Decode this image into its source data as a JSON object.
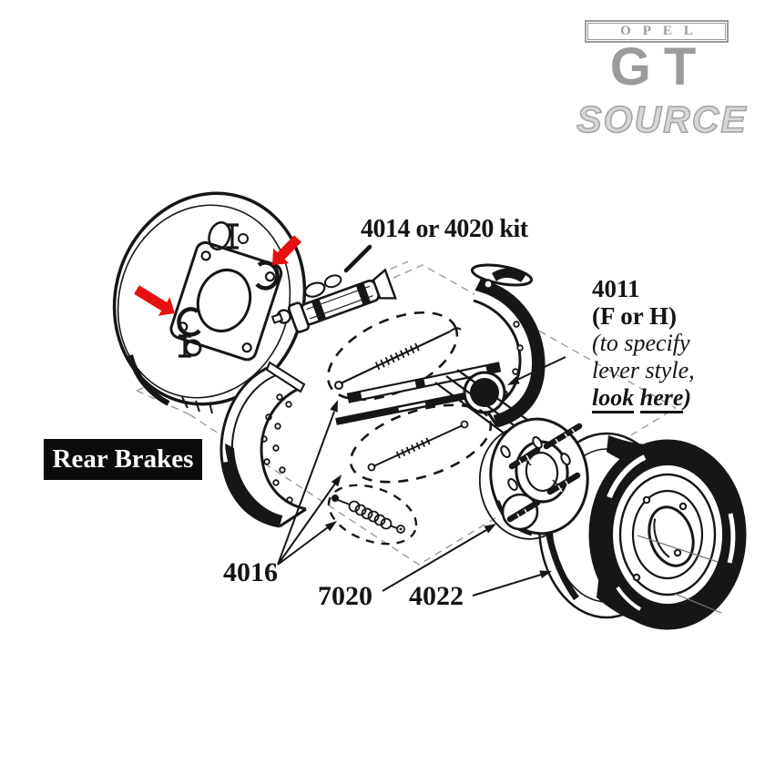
{
  "logo": {
    "brand": "OPEL",
    "model": "GT",
    "suffix": "SOURCE"
  },
  "badge": {
    "text": "Rear Brakes"
  },
  "labels": {
    "kit": "4014 or 4020 kit",
    "part_4011": "4011",
    "part_4011_variant": "(F or H)",
    "note_line1": "(to specify",
    "note_line2": "lever style,",
    "link_word1": "look",
    "link_word2": "here",
    "link_suffix": ")",
    "part_4016": "4016",
    "part_7020": "7020",
    "part_4022": "4022"
  },
  "colors": {
    "highlight_arrow_red": "#e81111",
    "logo_gray": "#9b9b9b",
    "ink": "#161616"
  }
}
